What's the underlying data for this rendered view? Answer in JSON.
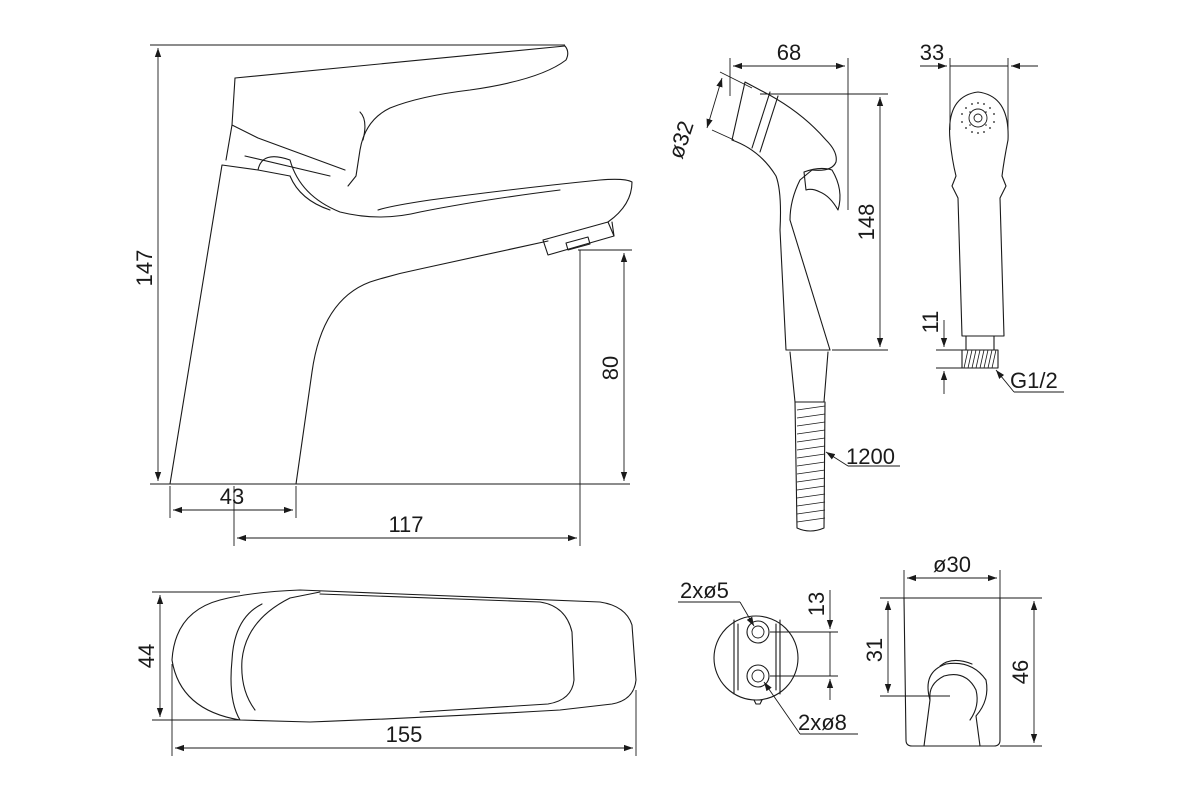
{
  "dimensions": {
    "faucet_height": "147",
    "spout_height": "80",
    "base_width": "43",
    "spout_reach": "117",
    "top_depth": "44",
    "top_length": "155",
    "shower_head_width": "68",
    "shower_head_dia": "ø32",
    "shower_length": "148",
    "shower_front_width": "33",
    "thread_length": "11",
    "thread_spec": "G1/2",
    "hose_length": "1200",
    "holder_small_holes": "2xø5",
    "holder_large_holes": "2xø8",
    "holder_hole_spacing": "13",
    "bracket_dia": "ø30",
    "bracket_inner_height": "31",
    "bracket_height": "46"
  }
}
